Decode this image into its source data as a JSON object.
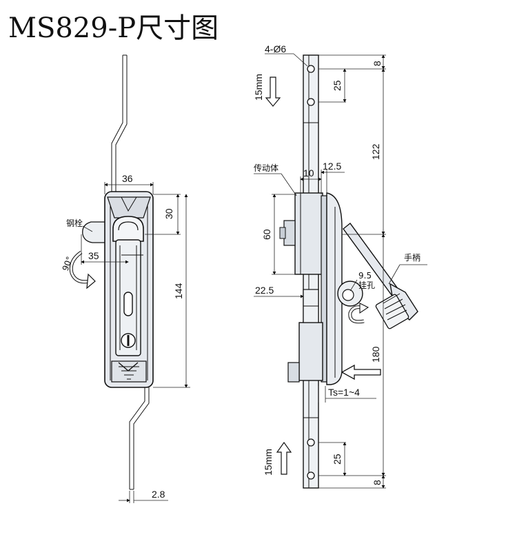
{
  "title": "MS829-P尺寸图",
  "colors": {
    "line": "#111111",
    "metal": "#e9ecf0",
    "metal_dark": "#c8ced6",
    "background": "#ffffff"
  },
  "front_view": {
    "dims": {
      "width": "36",
      "top_offset": "30",
      "pin_offset": "35",
      "height": "144",
      "rod": "2.8"
    },
    "rotation": "90°",
    "labels": {
      "bolt": "钢栓"
    }
  },
  "side_view": {
    "dims": {
      "holes": "4-Ø6",
      "top_edge": "8",
      "hole_pitch_top": "25",
      "upper_len": "122",
      "body_w": "10",
      "body_d": "12.5",
      "body_h": "60",
      "hook_hole": "9.5",
      "lower_off": "22.5",
      "lower_len": "180",
      "ts": "Ts=1~4",
      "hole_pitch_bottom": "25",
      "bottom_edge": "8"
    },
    "stroke_top": "15mm",
    "stroke_bottom": "15mm",
    "labels": {
      "body": "传动体",
      "handle": "手柄",
      "hook": "挂孔"
    }
  }
}
